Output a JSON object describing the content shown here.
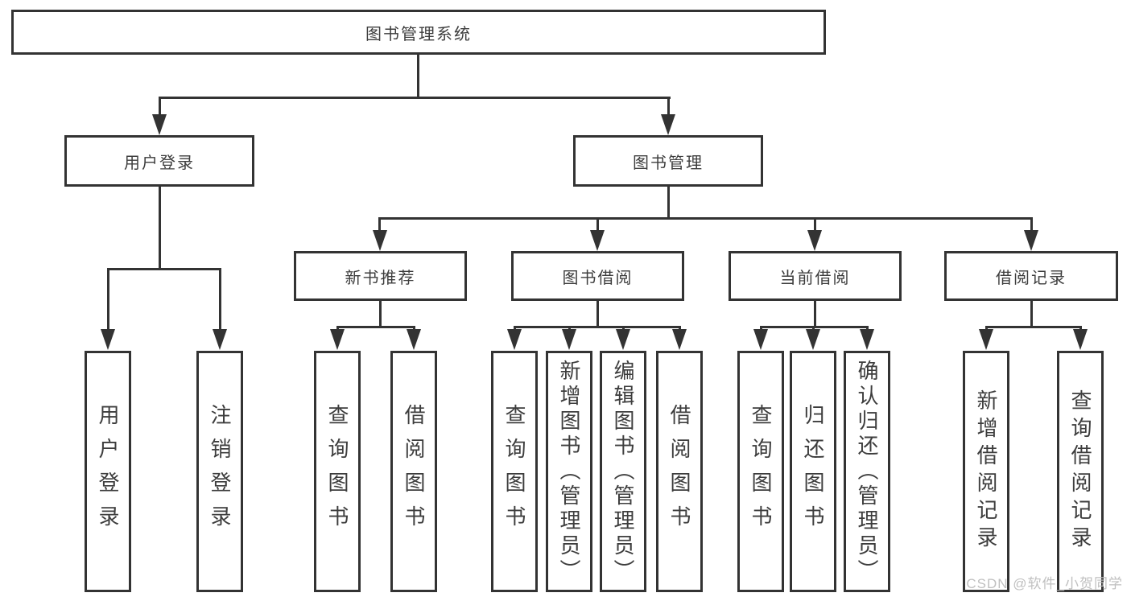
{
  "nodes": {
    "root": "图书管理系统",
    "user_login": "用户登录",
    "book_mgmt": "图书管理",
    "new_books": "新书推荐",
    "book_borrow": "图书借阅",
    "current_borrow": "当前借阅",
    "borrow_records": "借阅记录",
    "ul_login": "用户登录",
    "ul_logout": "注销登录",
    "nb_query": "查询图书",
    "nb_borrow": "借阅图书",
    "bb_query": "查询图书",
    "bb_add": "新增图书（管理员）",
    "bb_edit": "编辑图书（管理员）",
    "bb_borrow": "借阅图书",
    "cb_query": "查询图书",
    "cb_return": "归还图书",
    "cb_confirm": "确认归还（管理员）",
    "br_add": "新增借阅记录",
    "br_query": "查询借阅记录"
  },
  "watermark": "CSDN @软件_小贺同学",
  "colors": {
    "line": "#333333",
    "text": "#3d3d3d",
    "background": "#ffffff",
    "watermark": "#c0c0c0"
  }
}
